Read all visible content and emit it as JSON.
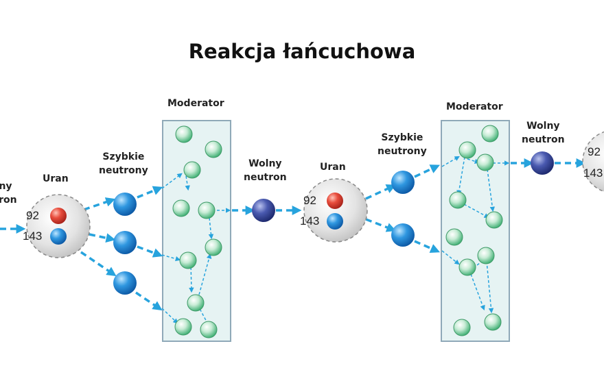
{
  "title": "Reakcja łańcuchowa",
  "labels": {
    "uran": "Uran",
    "szybkie": "Szybkie",
    "neutrony": "neutrony",
    "moderator": "Moderator",
    "wolny": "Wolny",
    "neutron": "neutron"
  },
  "nucleus": {
    "protons": "92",
    "neutrons": "143"
  },
  "colors": {
    "arrow": "#27a3dd",
    "moderator_fill": "#e6f3f3",
    "moderator_border": "#8fa9b8",
    "fast_neutron": "#1e88d6",
    "slow_neutron": "#3f4f9f",
    "moderator_atom": "#5cc58c",
    "proton": "#e04a3c",
    "nucleus_fill": "#d9d9d9"
  }
}
